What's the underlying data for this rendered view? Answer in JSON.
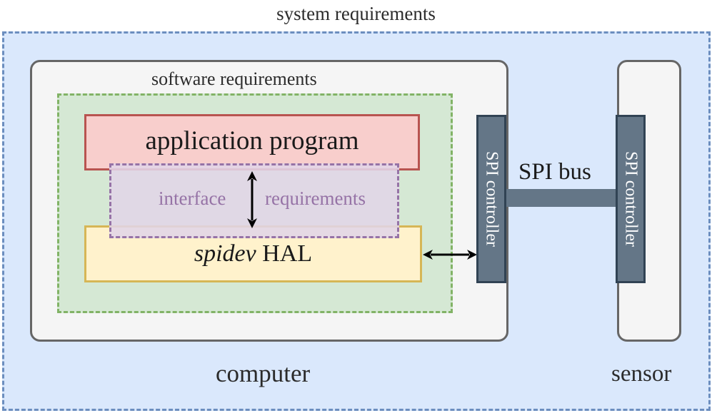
{
  "system_requirements_label": "system requirements",
  "software_requirements_label": "software requirements",
  "application_label": "application program",
  "interface_label_left": "interface",
  "interface_label_right": "requirements",
  "hal_label_italic": "spidev",
  "hal_label_rest": " HAL",
  "spi_controller_left_label": "SPI controller",
  "spi_controller_right_label": "SPI controller",
  "spi_bus_label": "SPI bus",
  "computer_label": "computer",
  "sensor_label": "sensor",
  "colors": {
    "system_fill": "#dae8fc",
    "system_border": "#6c8ebf",
    "software_fill": "#d5e8d4",
    "software_border": "#82b366",
    "application_fill": "#f8cecc",
    "application_border": "#b85450",
    "interface_fill": "#e1d5e7",
    "interface_border": "#9673a6",
    "hal_fill": "#fff2cc",
    "hal_border": "#d6b656",
    "spi_fill": "#647687",
    "spi_border": "#314354",
    "node_fill": "#f5f5f5",
    "node_border": "#666666"
  }
}
